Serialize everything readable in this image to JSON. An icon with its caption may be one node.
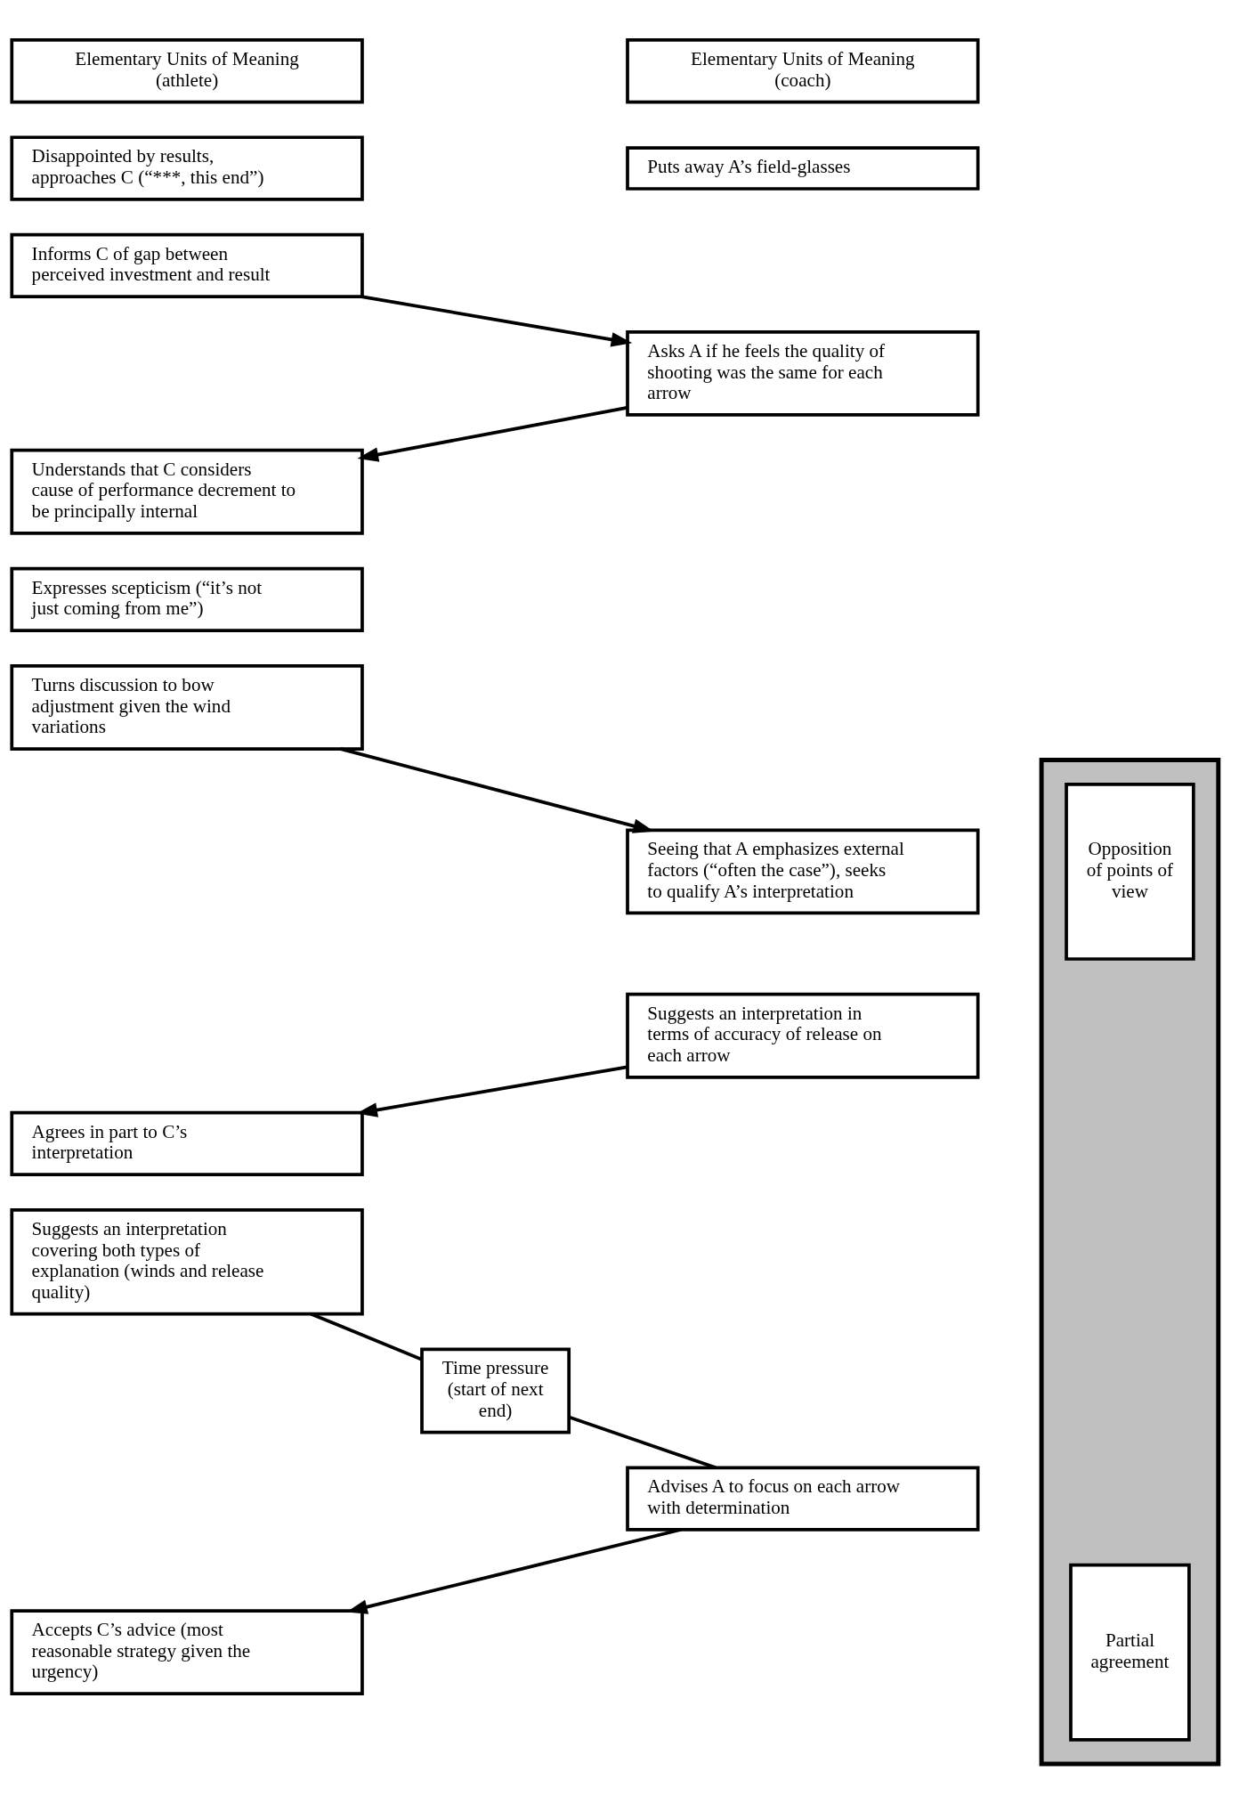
{
  "diagram": {
    "nodes": [
      {
        "text": [
          "Elementary Units of Meaning (athlete)"
        ]
      },
      {
        "text": [],
        "shape": "bar"
      },
      {
        "text": [
          "Elementary Units of Meaning (coach)"
        ]
      },
      {
        "text": [
          "Disappointed by results, approaches C (“***, this end”)"
        ]
      },
      {
        "text": [
          "Puts away A’s field-glasses"
        ]
      },
      {
        "text": [
          "Informs C of gap between perceived investment and result"
        ]
      },
      {
        "text": [
          "Asks A if he feels the quality of shooting was the same for each arrow"
        ]
      },
      {
        "text": [
          "Understands that C considers cause of performance decrement to be principally internal"
        ]
      },
      {
        "text": [
          "Expresses scepticism (“it’s not just coming from me”)"
        ]
      },
      {
        "text": [
          "Opposition of points of view"
        ],
        "in": 1
      },
      {
        "text": [
          "Turns discussion to bow adjustment given the wind variations"
        ]
      },
      {
        "text": [
          "Seeing that A emphasizes external factors (“often the case”), seeks to qualify A’s interpretation"
        ]
      },
      {
        "text": [
          "Suggests an interpretation in terms of accuracy of release on each arrow"
        ]
      },
      {
        "text": [
          "Agrees in part to C’s interpretation"
        ]
      },
      {
        "text": [
          "Suggests an interpretation covering both types of explanation (winds and release quality)"
        ]
      },
      {
        "text": [
          "Time pressure (start of next end)"
        ]
      },
      {
        "text": [
          "Advises A to focus on each arrow with determination"
        ]
      },
      {
        "text": [
          "Accepts C’s advice (most reasonable strategy given the urgency)"
        ]
      },
      {
        "text": [
          "Partial agreement"
        ],
        "in": 1
      }
    ],
    "edges": [
      {
        "from": 5,
        "to": 6,
        "arrow": "to"
      },
      {
        "from": 6,
        "to": 7,
        "arrow": "to"
      },
      {
        "from": 10,
        "to": 11,
        "arrow": "to"
      },
      {
        "from": 12,
        "to": 13,
        "arrow": "to"
      },
      {
        "from": 14,
        "to": 15,
        "arrow": "none"
      },
      {
        "from": 15,
        "to": 16,
        "arrow": "none"
      },
      {
        "from": 16,
        "to": 17,
        "arrow": "to"
      }
    ]
  }
}
